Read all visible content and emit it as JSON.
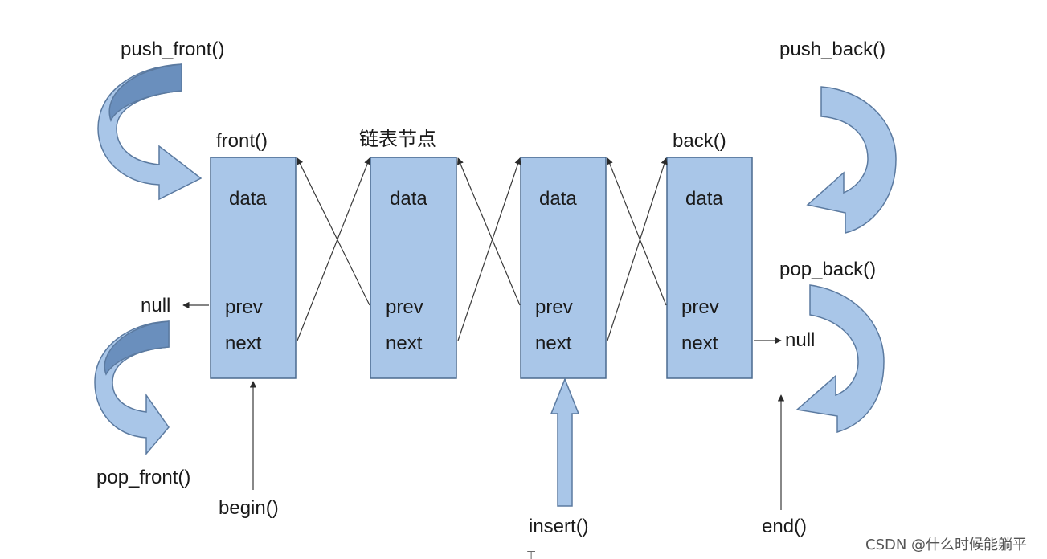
{
  "labels": {
    "push_front": "push_front()",
    "push_back": "push_back()",
    "pop_front": "pop_front()",
    "pop_back": "pop_back()",
    "front": "front()",
    "node_caption": "链表节点",
    "back": "back()",
    "null_left": "null",
    "null_right": "null",
    "begin": "begin()",
    "insert": "insert()",
    "end": "end()"
  },
  "nodes": [
    {
      "data": "data",
      "prev": "prev",
      "next": "next"
    },
    {
      "data": "data",
      "prev": "prev",
      "next": "next"
    },
    {
      "data": "data",
      "prev": "prev",
      "next": "next"
    },
    {
      "data": "data",
      "prev": "prev",
      "next": "next"
    }
  ],
  "watermark": "CSDN @什么时候能躺平",
  "colors": {
    "node_fill": "#a9c6e8",
    "arrow_fill": "#a9c6e8",
    "arrow_dark": "#6a8fbd"
  }
}
